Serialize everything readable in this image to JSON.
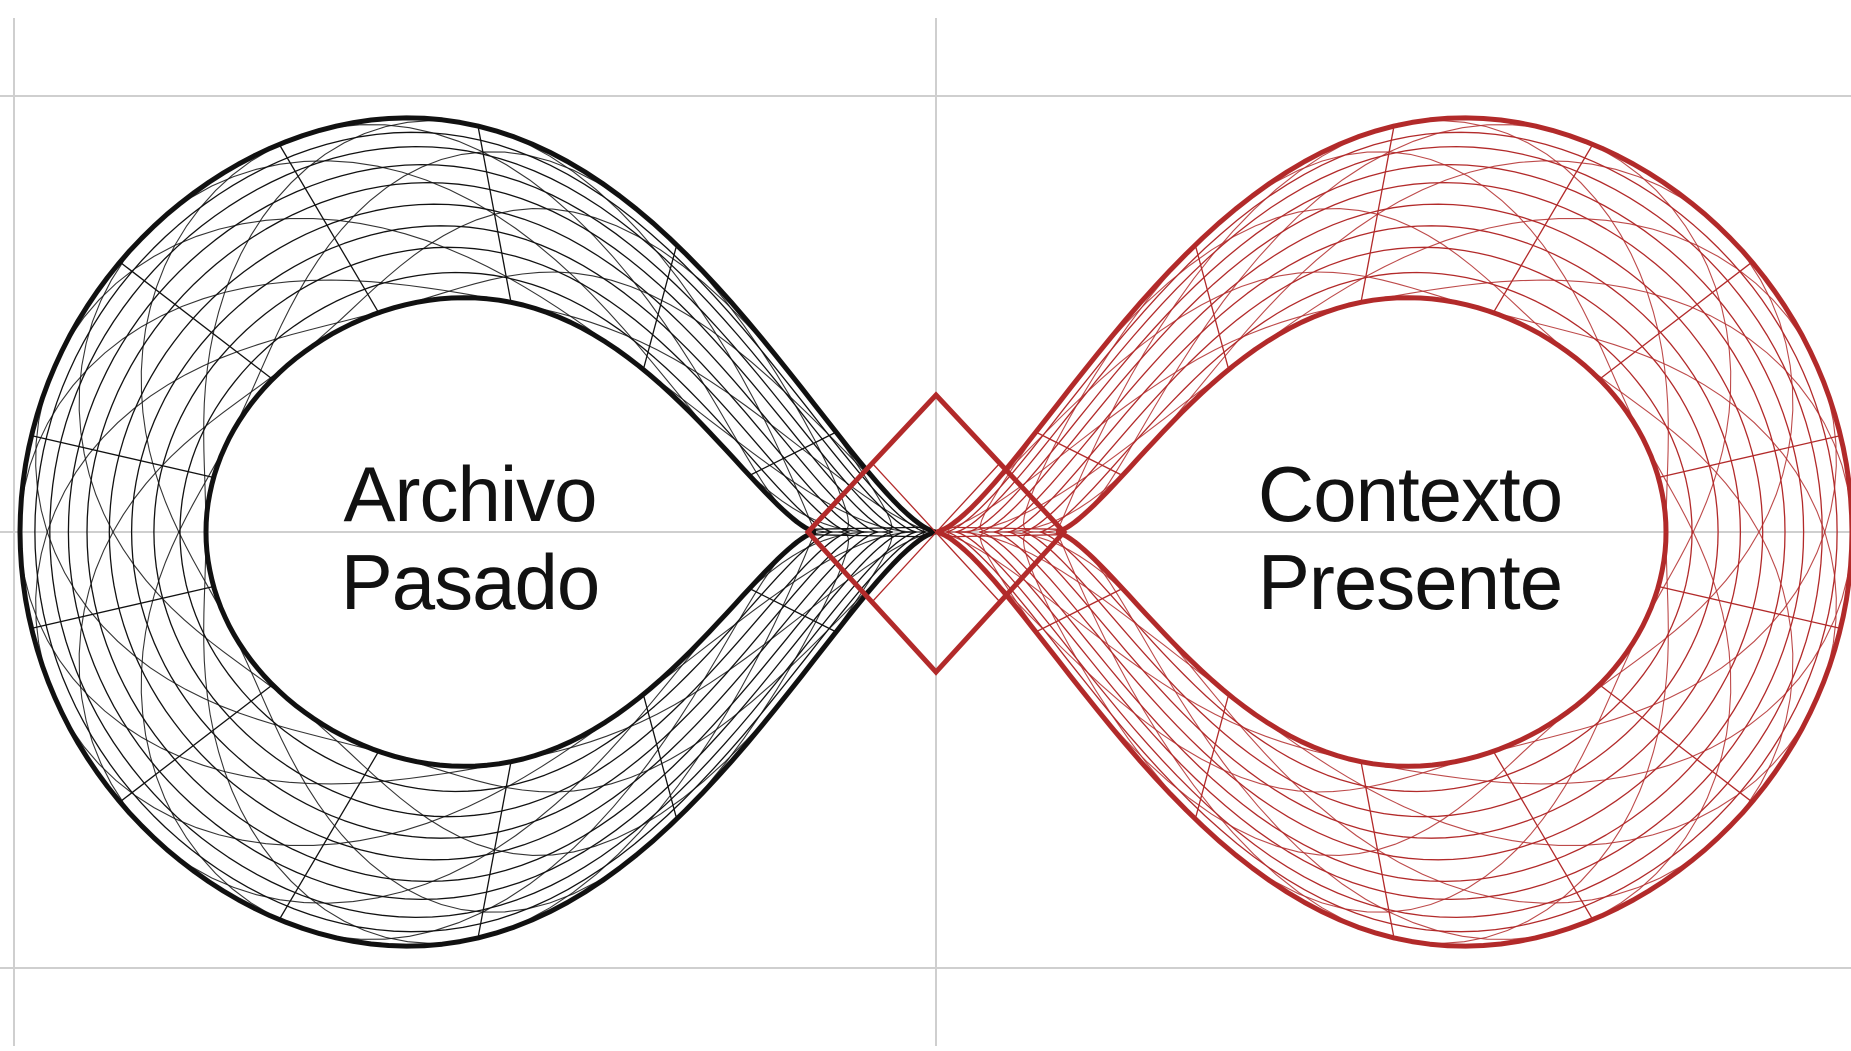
{
  "labels": {
    "left": {
      "line1": "Archivo",
      "line2": "Pasado"
    },
    "right": {
      "line1": "Contexto",
      "line2": "Presente"
    }
  },
  "colors": {
    "background": "#ffffff",
    "grid": "#cfcfcf",
    "left_loop": "#111111",
    "right_loop": "#b22a2a",
    "text": "#111111"
  }
}
